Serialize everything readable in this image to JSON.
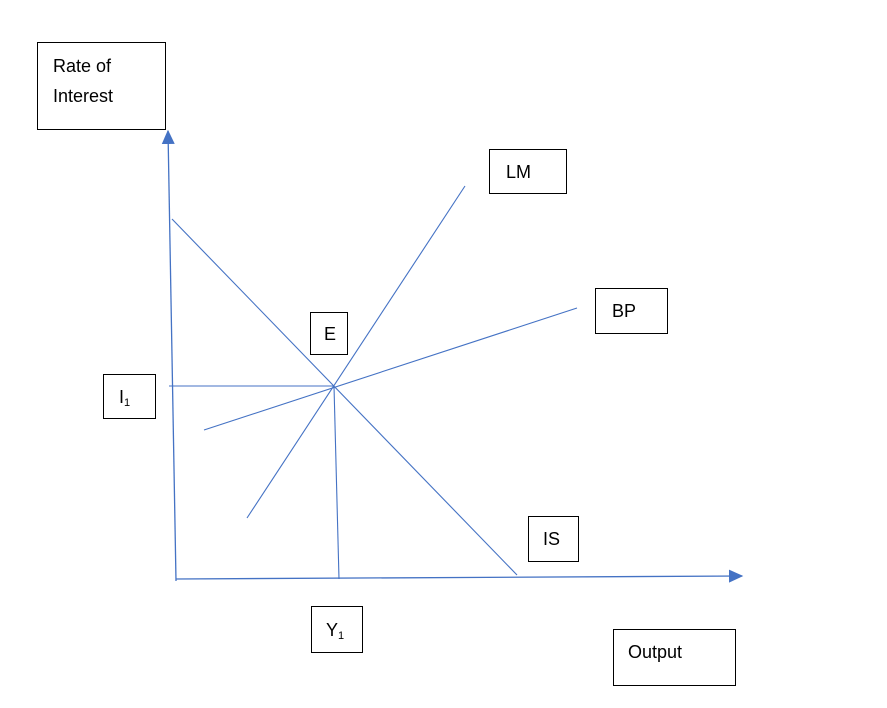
{
  "diagram": {
    "y_axis_label": [
      "Rate of",
      "Interest"
    ],
    "x_axis_label": "Output",
    "curves": {
      "lm": "LM",
      "bp": "BP",
      "is": "IS"
    },
    "equilibrium_label": "E",
    "interest_label": {
      "base": "I",
      "sub": "1"
    },
    "output_label": {
      "base": "Y",
      "sub": "1"
    },
    "colors": {
      "lines": "#4472c4",
      "box_border": "#000000",
      "text": "#000000"
    }
  }
}
